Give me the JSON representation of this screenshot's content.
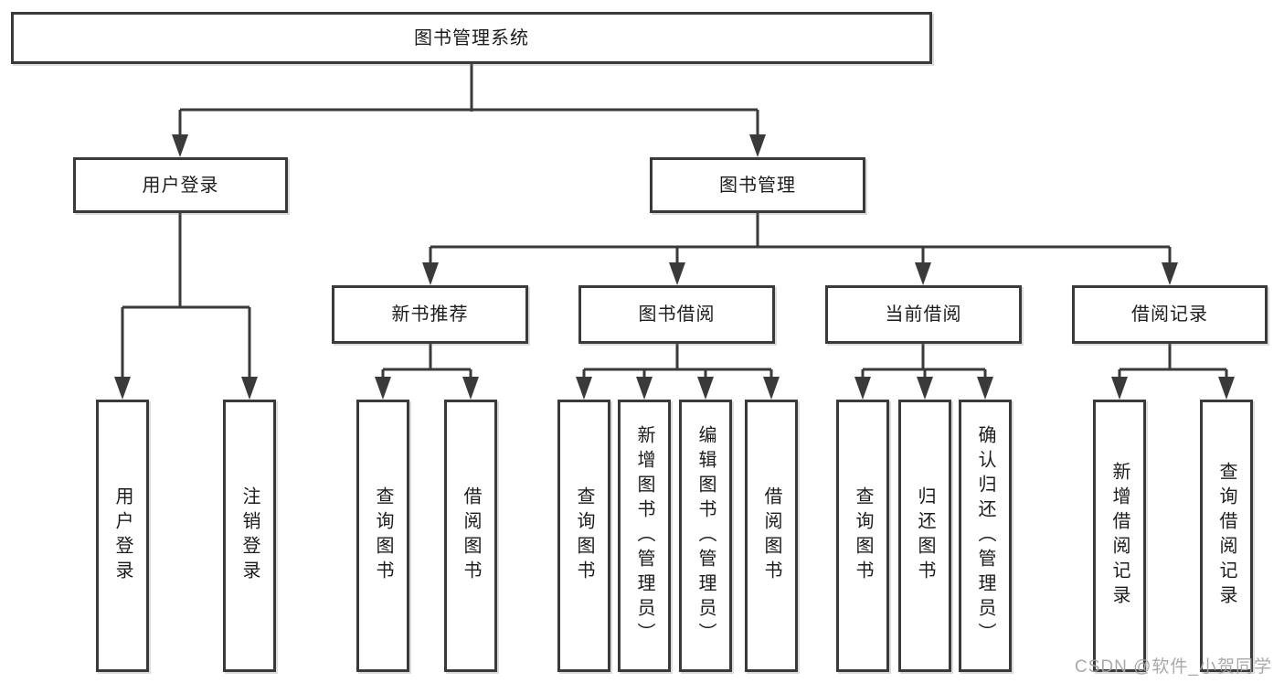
{
  "colors": {
    "line": "#3a3a3a",
    "box_border": "#3a3a3a",
    "text": "#1c1c1c",
    "watermark": "#a2a2a2"
  },
  "diagram": {
    "root": {
      "label": "图书管理系统"
    },
    "level2": [
      {
        "label": "用户登录",
        "children": [
          {
            "label": "用户登录"
          },
          {
            "label": "注销登录"
          }
        ]
      },
      {
        "label": "图书管理",
        "children": [
          {
            "label": "新书推荐",
            "children": [
              {
                "label": "查询图书"
              },
              {
                "label": "借阅图书"
              }
            ]
          },
          {
            "label": "图书借阅",
            "children": [
              {
                "label": "查询图书"
              },
              {
                "label": "新增图书（管理员）"
              },
              {
                "label": "编辑图书（管理员）"
              },
              {
                "label": "借阅图书"
              }
            ]
          },
          {
            "label": "当前借阅",
            "children": [
              {
                "label": "查询图书"
              },
              {
                "label": "归还图书"
              },
              {
                "label": "确认归还（管理员）"
              }
            ]
          },
          {
            "label": "借阅记录",
            "children": [
              {
                "label": "新增借阅记录"
              },
              {
                "label": "查询借阅记录"
              }
            ]
          }
        ]
      }
    ]
  },
  "watermark": {
    "text": "CSDN @软件_小贺同学"
  }
}
